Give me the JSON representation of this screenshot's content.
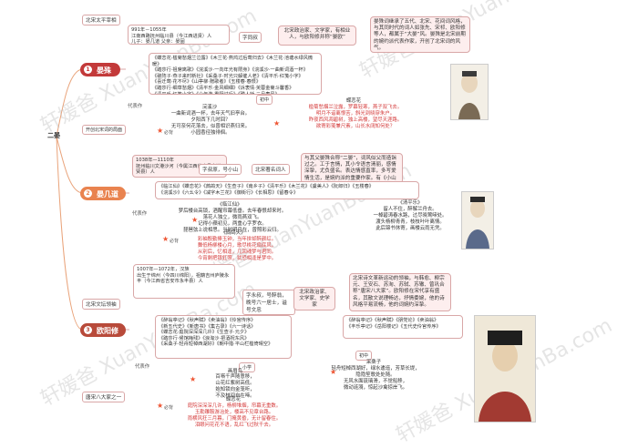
{
  "root": {
    "title": "二晏"
  },
  "watermarks": [
    "轩媛爸 XuanYuanBa.com",
    "轩媛爸 XuanYuanBa.com",
    "轩媛爸 XuanYuanBa.com",
    "轩媛爸 XuanYuanBa.com",
    "轩媛爸 XuanYuanBa.com"
  ],
  "yanshu": {
    "name": "晏殊",
    "badge": "1",
    "tag_top": "北宋太平宰相",
    "tag_bottom": "开创北宋词的局面",
    "life": "991年－1055年\n江南西路抚州临川县（今江西进贤）人\n儿子：晏几道  父亲：晏固",
    "zi": "字同叔",
    "style": "北宋政治家、文学家，有相业人，与欧阳修并称“晏欧”",
    "style2": "晏殊词继承了五代、北宋、花间词风格，与其同时代的词人如张先、宋祁、欧阳修等人，都属于“大晏”风。晏殊是北宋前期的婉约派代表作家，开创了北宋词的风气。",
    "works_label": "代表作",
    "works": "《蝶恋花·槛菊愁烟兰泣露》《木兰花·燕鸿过后莺归去》《木兰花·池塘水绿风微暖》\n《踏莎行·祖席离歌》《浣溪沙·一向年光有限身》《浣溪沙·一曲新词酒一杯》\n《破阵子·燕子来时新社》《采桑子·时光只解催人老》《清平乐·红笺小字》\n《喜迁莺·花不尽》《山亭柳·赠歌者》《玉楼春·春恨》\n《踏莎行·细草愁烟》《清平乐·金风细细》《诉衷情·芙蓉金菊斗馨香》\n《清平乐·红笺小字》《少年游·重阳过后》《殢人娇·二月春风》",
    "chuzhong": "初中",
    "poem1_title": "浣溪沙",
    "poem1": "一曲新词酒一杯，去年天气旧亭台。\n夕阳西下几时回？\n无可奈何花落去，似曾相识燕归来。\n小园香径独徘徊。",
    "poem2_title": "蝶恋花",
    "poem2": "槛菊愁烟兰泣露，罗幕轻寒，燕子双飞去。\n明月不谙离恨苦，斜光到晓穿朱户。\n昨夜西风凋碧树，独上高楼，望尽天涯路。\n欲寄彩笺兼尺素，山长水阔知何处？",
    "must": "必背"
  },
  "yanjidao": {
    "name": "晏几道",
    "badge": "2",
    "life": "1038年—1110年\n抚州临川文港沙河（今属江西省南昌市进贤县）人",
    "zi": "字叔原，号小山",
    "style": "北宋著名词人",
    "desc": "与其父晏殊合称“二晏”，词风似父而造诣过之。工于言情，其小令语言清丽，感情深挚，尤负盛名。表达情感直率，多写爱情生活，是婉约派的重要作家。有《小山词》留世。",
    "works_label": "代表作",
    "works": "《临江仙》《蝶恋花》《鹧鸪天》《生查子》《南乡子》《清平乐》《木兰花》《虞美人》《阮郎归》《玉楼春》\n《浣溪沙》《六幺令》《减字木兰花》《御街行》《长相思》《留春令》",
    "poem1_title": "《临江仙》",
    "poem1": "梦后楼台高锁，酒醒帘幕低垂。去年春恨却来时。\n落花人独立，微雨燕双飞。\n记得小蘋初见，两重心字罗衣。\n琵琶弦上说相思。当时明月在，曾照彩云归。",
    "poem2_title": "《清平乐》",
    "poem2": "留人不住，醉解兰舟去。\n一棹碧涛春水路，过尽晓莺啼处。\n渡头杨柳青青，枝枝叶叶离情。\n此后锦书休寄，画楼云雨无凭。",
    "poem3_title": "《鹧鸪天》",
    "poem3": "彩袖殷勤捧玉钟，当年拚却醉颜红。\n舞低杨柳楼心月，歌尽桃花扇底风。\n从别后，忆相逢，几回魂梦与君同。\n今宵剩把银釭照，犹恐相逢是梦中。",
    "must": "必背"
  },
  "ouyangxiu": {
    "name": "欧阳修",
    "badge": "3",
    "tag_top": "北宋文坛领袖",
    "tag_bottom": "唐宋八大家之一",
    "life": "1007年—1072年，汉族\n出生于绵州（今四川绵阳），祖籍吉州庐陵永丰（今江西省吉安市永丰县）人",
    "zi": "字永叔，号醉翁，晚号六一居士，谥号文忠",
    "style": "北宋政治家、文学家、史学家",
    "desc": "北宋诗文革新运动的领袖，与韩愈、柳宗元、王安石、苏洵、苏轼、苏辙、曾巩合称“唐宋八大家”。欧阳修在宋代享有盛名，其散文说理畅达，抒情委婉，他的诗风格平易流畅，他的词婉约深挚。",
    "works_label": "代表作",
    "works": "《醉翁亭记》《秋声赋》《卖油翁》《伶官传序》\n《新五代史》《新唐书》《集古录》《六一诗话》\n《蝶恋花·庭院深深深几许》《生查子·元夕》\n《踏莎行·候馆梅残》《浪淘沙·把酒祝东风》\n《采桑子·轻舟短棹西湖好》《朝中措·平山栏槛倚晴空》",
    "works2": "《醉翁亭记》《秋声赋》《朋党论》《卖油翁》\n《丰乐亭记》《岳阳楼记》《五代史伶官传序》",
    "chuzhong": "初中",
    "xiaoxue": "小学",
    "poem1_title": "采桑子",
    "poem1": "轻舟短棹西湖好，绿水逶迤，芳草长堤，\n隐隐笙歌处处随。\n无风水面琉璃滑，不觉船移，\n微动涟漪，惊起沙禽掠岸飞。",
    "poem2_title": "画眉鸟",
    "poem2": "百啭千声随意移，\n山花红紫树高低。\n始知锁向金笼听，\n不及林间自在啼。",
    "poem3_title": "蝶恋花",
    "poem3": "庭院深深深几许，杨柳堆烟，帘幕无重数。\n玉勒雕鞍游冶处，楼高不见章台路。\n雨横风狂三月暮，门掩黄昏，无计留春住。\n泪眼问花花不语，乱红飞过秋千去。",
    "must": "必背"
  },
  "colors": {
    "accent": "#c33a3a",
    "yan_bar": "#c33a3a",
    "jidao_bar": "#e9834f",
    "ouyang_bar": "#b84a3a",
    "box_border": "#d9a7a7",
    "box_fill": "#fdeeee"
  }
}
